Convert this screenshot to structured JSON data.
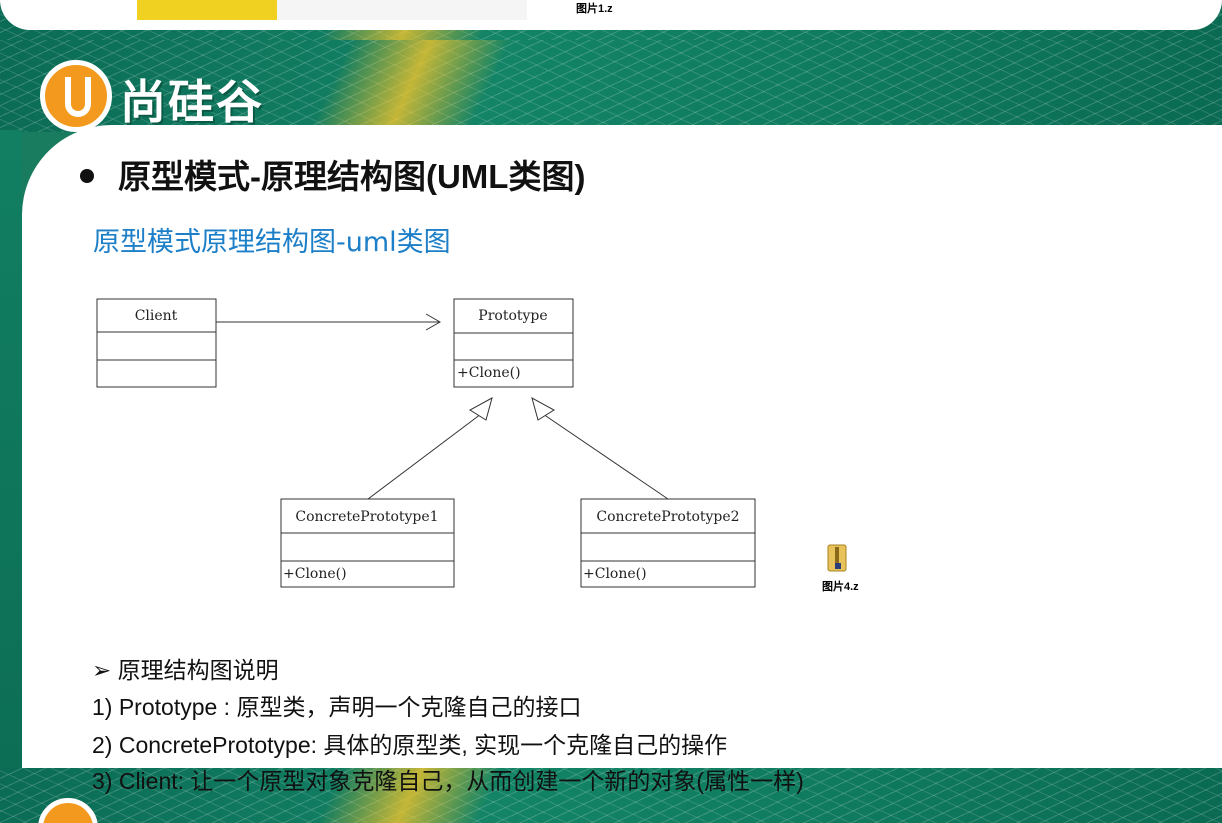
{
  "previous_slide": {
    "file_label": "图片1.z"
  },
  "logo": {
    "text": "尚硅谷"
  },
  "slide": {
    "title": "原型模式-原理结构图(UML类图)",
    "subtitle": "原型模式原理结构图-uml类图"
  },
  "diagram": {
    "classes": [
      {
        "name": "Client",
        "method": ""
      },
      {
        "name": "Prototype",
        "method": "+Clone()"
      },
      {
        "name": "ConcretePrototype1",
        "method": "+Clone()"
      },
      {
        "name": "ConcretePrototype2",
        "method": "+Clone()"
      }
    ],
    "attachment_label": "图片4.z"
  },
  "description": {
    "heading": "➢  原理结构图说明",
    "items": [
      "1)  Prototype : 原型类，声明一个克隆自己的接口",
      "2)  ConcretePrototype: 具体的原型类, 实现一个克隆自己的操作",
      "3)  Client: 让一个原型对象克隆自己，从而创建一个新的对象(属性一样)"
    ]
  },
  "colors": {
    "teal": "#138466",
    "orange": "#f39a1e",
    "subtitle_blue": "#1d7fc8"
  }
}
